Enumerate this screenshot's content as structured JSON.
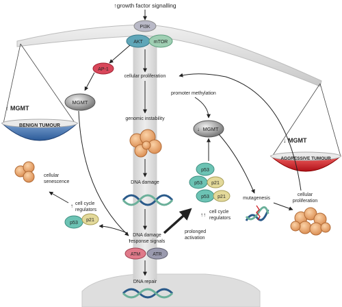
{
  "top_label": "↑growth factor signalling",
  "nodes": {
    "pi3k": "PI3K",
    "akt": "AKT",
    "mtor": "mTOR",
    "ap1": "AP-1",
    "mgmt_left": "MGMT",
    "mgmt_right": "MGMT",
    "atm": "ATM",
    "atr": "ATR",
    "p53_left": "p53",
    "p21_left": "p21",
    "p53_mid_top": "p53",
    "p53_mid_left": "p53",
    "p21_mid_right": "p21",
    "p53_mid_bottom": "p53",
    "p21_mid_bottom": "p21"
  },
  "labels": {
    "up_mgmt": "MGMT",
    "benign": "BENIGN TUMOUR",
    "down_mgmt": "MGMT",
    "aggressive": "AGGRESSIVE TUMOUR",
    "cellular_proliferation": "cellular proliferation",
    "promoter_methylation": "promoter methylation",
    "genomic_instability": "genomic instability",
    "dna_damage": "DNA damage",
    "dna_damage_response_1": "DNA damage",
    "dna_damage_response_2": "response signals",
    "dna_repair": "DNA repair",
    "cellular_senescence_1": "cellular",
    "cellular_senescence_2": "senescence",
    "cell_cycle_left_1": "cell cycle",
    "cell_cycle_left_2": "regulators",
    "cell_cycle_mid_1": "cell cycle",
    "cell_cycle_mid_2": "regulators",
    "prolonged_1": "prolonged",
    "prolonged_2": "activation",
    "mutagenesis": "mutagenesis",
    "cellular_prolif_right_1": "cellular",
    "cellular_prolif_right_2": "proliferation"
  },
  "colors": {
    "pillar": "#dcdcdc",
    "benign_pan": "#3a6aa8",
    "aggressive_pan": "#d01c24",
    "pi3k": "#b9b9c7",
    "akt": "#5fa6b8",
    "mtor": "#9fcfb3",
    "ap1": "#d8475a",
    "mgmt": "#8a8a8a",
    "p53": "#6cc3b4",
    "p21": "#e3d99a",
    "atm": "#e07a8a",
    "atr": "#9a9aae",
    "cell": "#e8a46c",
    "dna_a": "#2a5a8a",
    "dna_b": "#6bb09a"
  }
}
